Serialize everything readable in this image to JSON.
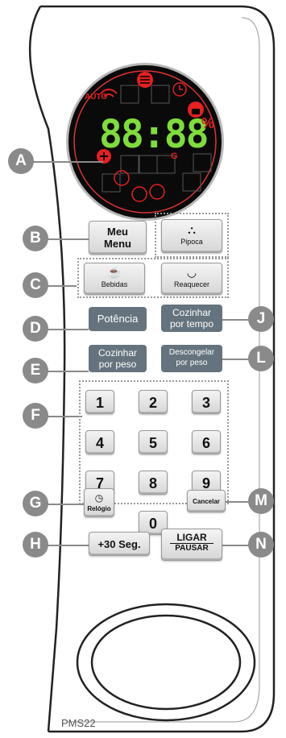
{
  "display": {
    "digits": "88:88",
    "percent_symbol": "%",
    "auto_label": "AUTO",
    "g_label": "G",
    "segment_color": "#7fdc3a",
    "indicator_color": "#e52020"
  },
  "callouts": [
    "A",
    "B",
    "C",
    "D",
    "E",
    "F",
    "G",
    "H",
    "J",
    "L",
    "M",
    "N"
  ],
  "buttons": {
    "meu_menu": "Meu\nMenu",
    "pipoca": "Pipoca",
    "bebidas": "Bebidas",
    "reaquecer": "Reaquecer",
    "potencia": "Potência",
    "cozinhar_tempo": "Cozinhar\npor tempo",
    "cozinhar_peso": "Cozinhar\npor peso",
    "descongelar_peso": "Descongelar\npor peso",
    "relogio": "Relógio",
    "cancelar": "Cancelar",
    "mais30": "+30 Seg.",
    "ligar": "LIGAR",
    "pausar": "PAUSAR"
  },
  "keypad": [
    "1",
    "2",
    "3",
    "4",
    "5",
    "6",
    "7",
    "8",
    "9",
    "0"
  ],
  "model": "PMS22",
  "icons": [
    "wifi-icon",
    "list-icon",
    "clock-icon",
    "lock-icon",
    "snowflake-icon",
    "popcorn-icon",
    "cup-icon",
    "bowl-icon"
  ]
}
